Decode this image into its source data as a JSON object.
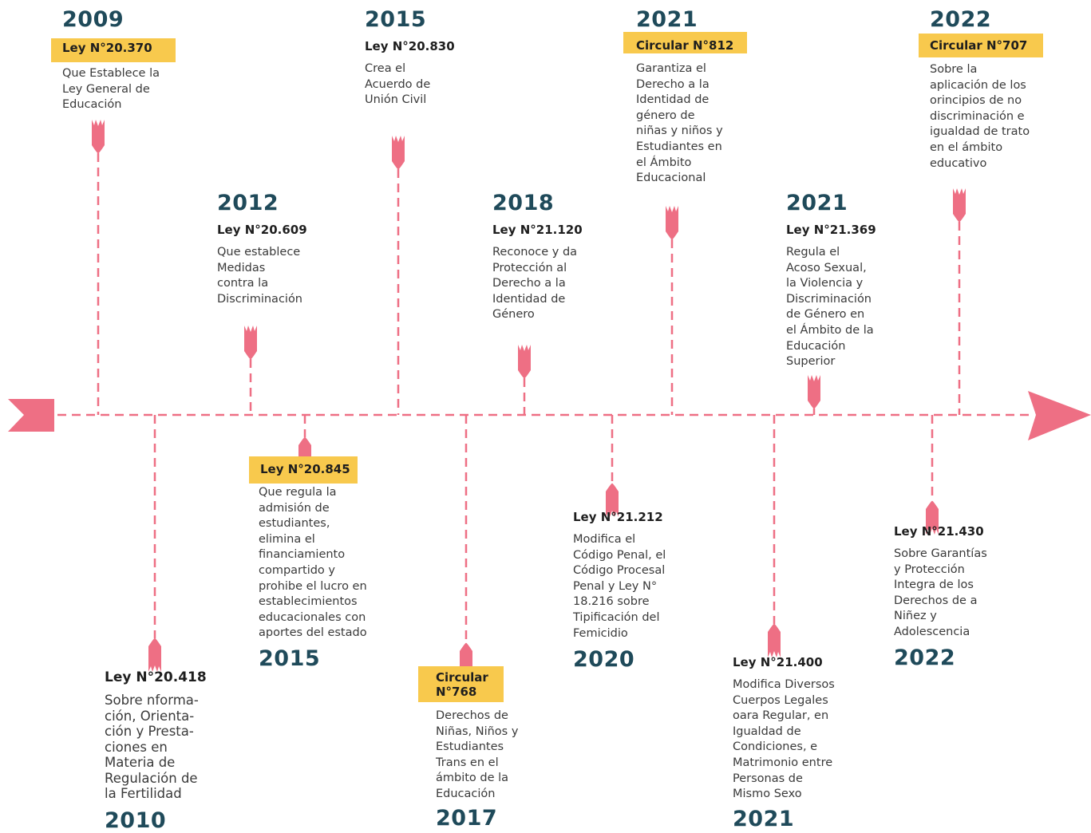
{
  "colors": {
    "line": "#ee6f84",
    "marker": "#ee6f84",
    "year": "#1f4a5a",
    "highlight": "#f8c94d",
    "text": "#3a3a3a"
  },
  "events": [
    {
      "id": "2009",
      "year": "2009",
      "law": "Ley N°20.370",
      "highlight": true,
      "desc": "Que Establece la\nLey General de\nEducación"
    },
    {
      "id": "2010",
      "year": "2010",
      "law": "Ley N°20.418",
      "highlight": false,
      "desc": "Sobre nforma-\nción, Orienta-\nción y Presta-\nciones en\nMateria de\nRegulación de\nla Fertilidad"
    },
    {
      "id": "2012",
      "year": "2012",
      "law": "Ley N°20.609",
      "highlight": false,
      "desc": "Que establece\nMedidas\ncontra la\nDiscriminación"
    },
    {
      "id": "2015a",
      "year": "2015",
      "law": "Ley N°20.845",
      "highlight": true,
      "desc": "Que regula la\nadmisión de\nestudiantes,\nelimina el\nfinanciamiento\ncompartido y\nprohibe el lucro en\nestablecimientos\neducacionales con\naportes del estado"
    },
    {
      "id": "2015b",
      "year": "2015",
      "law": "Ley N°20.830",
      "highlight": false,
      "desc": "Crea el\nAcuerdo de\nUnión Civil"
    },
    {
      "id": "2017",
      "year": "2017",
      "law": "Circular\nN°768",
      "highlight": true,
      "desc": "Derechos de\nNiñas, Niños y\nEstudiantes\nTrans en el\námbito de la\nEducación"
    },
    {
      "id": "2018",
      "year": "2018",
      "law": "Ley N°21.120",
      "highlight": false,
      "desc": "Reconoce y da\nProtección al\nDerecho a la\nIdentidad de\nGénero"
    },
    {
      "id": "2020",
      "year": "2020",
      "law": "Ley N°21.212",
      "highlight": false,
      "desc": "Modifica el\nCódigo Penal, el\nCódigo Procesal\nPenal y Ley N°\n18.216 sobre\nTipificación del\nFemicidio"
    },
    {
      "id": "2021a",
      "year": "2021",
      "law": "Circular N°812",
      "highlight": true,
      "desc": "Garantiza el\nDerecho a la\nIdentidad de\ngénero de\nniñas y niños y\nEstudiantes en\nel Ámbito\nEducacional"
    },
    {
      "id": "2021b",
      "year": "2021",
      "law": "Ley N°21.400",
      "highlight": false,
      "desc": "Modifica Diversos\nCuerpos Legales\noara Regular, en\nIgualdad de\nCondiciones, e\nMatrimonio entre\nPersonas de\nMismo Sexo"
    },
    {
      "id": "2021c",
      "year": "2021",
      "law": "Ley N°21.369",
      "highlight": false,
      "desc": "Regula el\nAcoso Sexual,\nla Violencia y\nDiscriminación\nde Género en\nel Ámbito de la\nEducación\nSuperior"
    },
    {
      "id": "2022a",
      "year": "2022",
      "law": "Ley N°21.430",
      "highlight": false,
      "desc": "Sobre Garantías\ny Protección\nIntegra de los\nDerechos de a\nNiñez y\nAdolescencia"
    },
    {
      "id": "2022b",
      "year": "2022",
      "law": "Circular N°707",
      "highlight": true,
      "desc": "Sobre la\naplicación de los\norincipios de no\ndiscriminación e\nigualdad de trato\nen el ámbito\neducativo"
    }
  ]
}
